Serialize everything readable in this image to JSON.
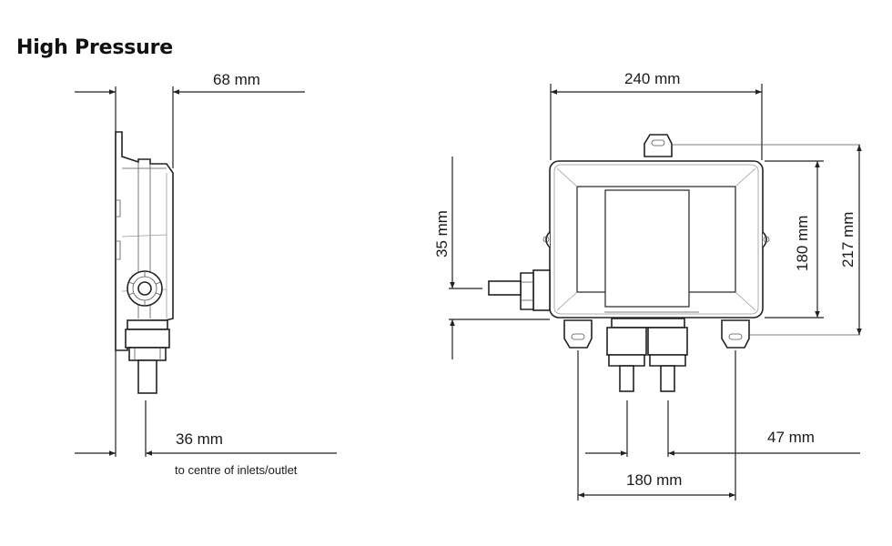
{
  "title": "High Pressure",
  "side_view": {
    "depth_label": "68 mm",
    "inlet_offset_label": "36 mm",
    "inlet_offset_note": "to centre of inlets/outlet"
  },
  "front_view": {
    "width_label": "240 mm",
    "side_inlet_label": "35 mm",
    "body_height_label": "180 mm",
    "overall_height_label": "217 mm",
    "outlet_spacing_label": "47 mm",
    "fixing_spacing_label": "180 mm"
  },
  "colors": {
    "line": "#222222",
    "background": "#ffffff"
  }
}
